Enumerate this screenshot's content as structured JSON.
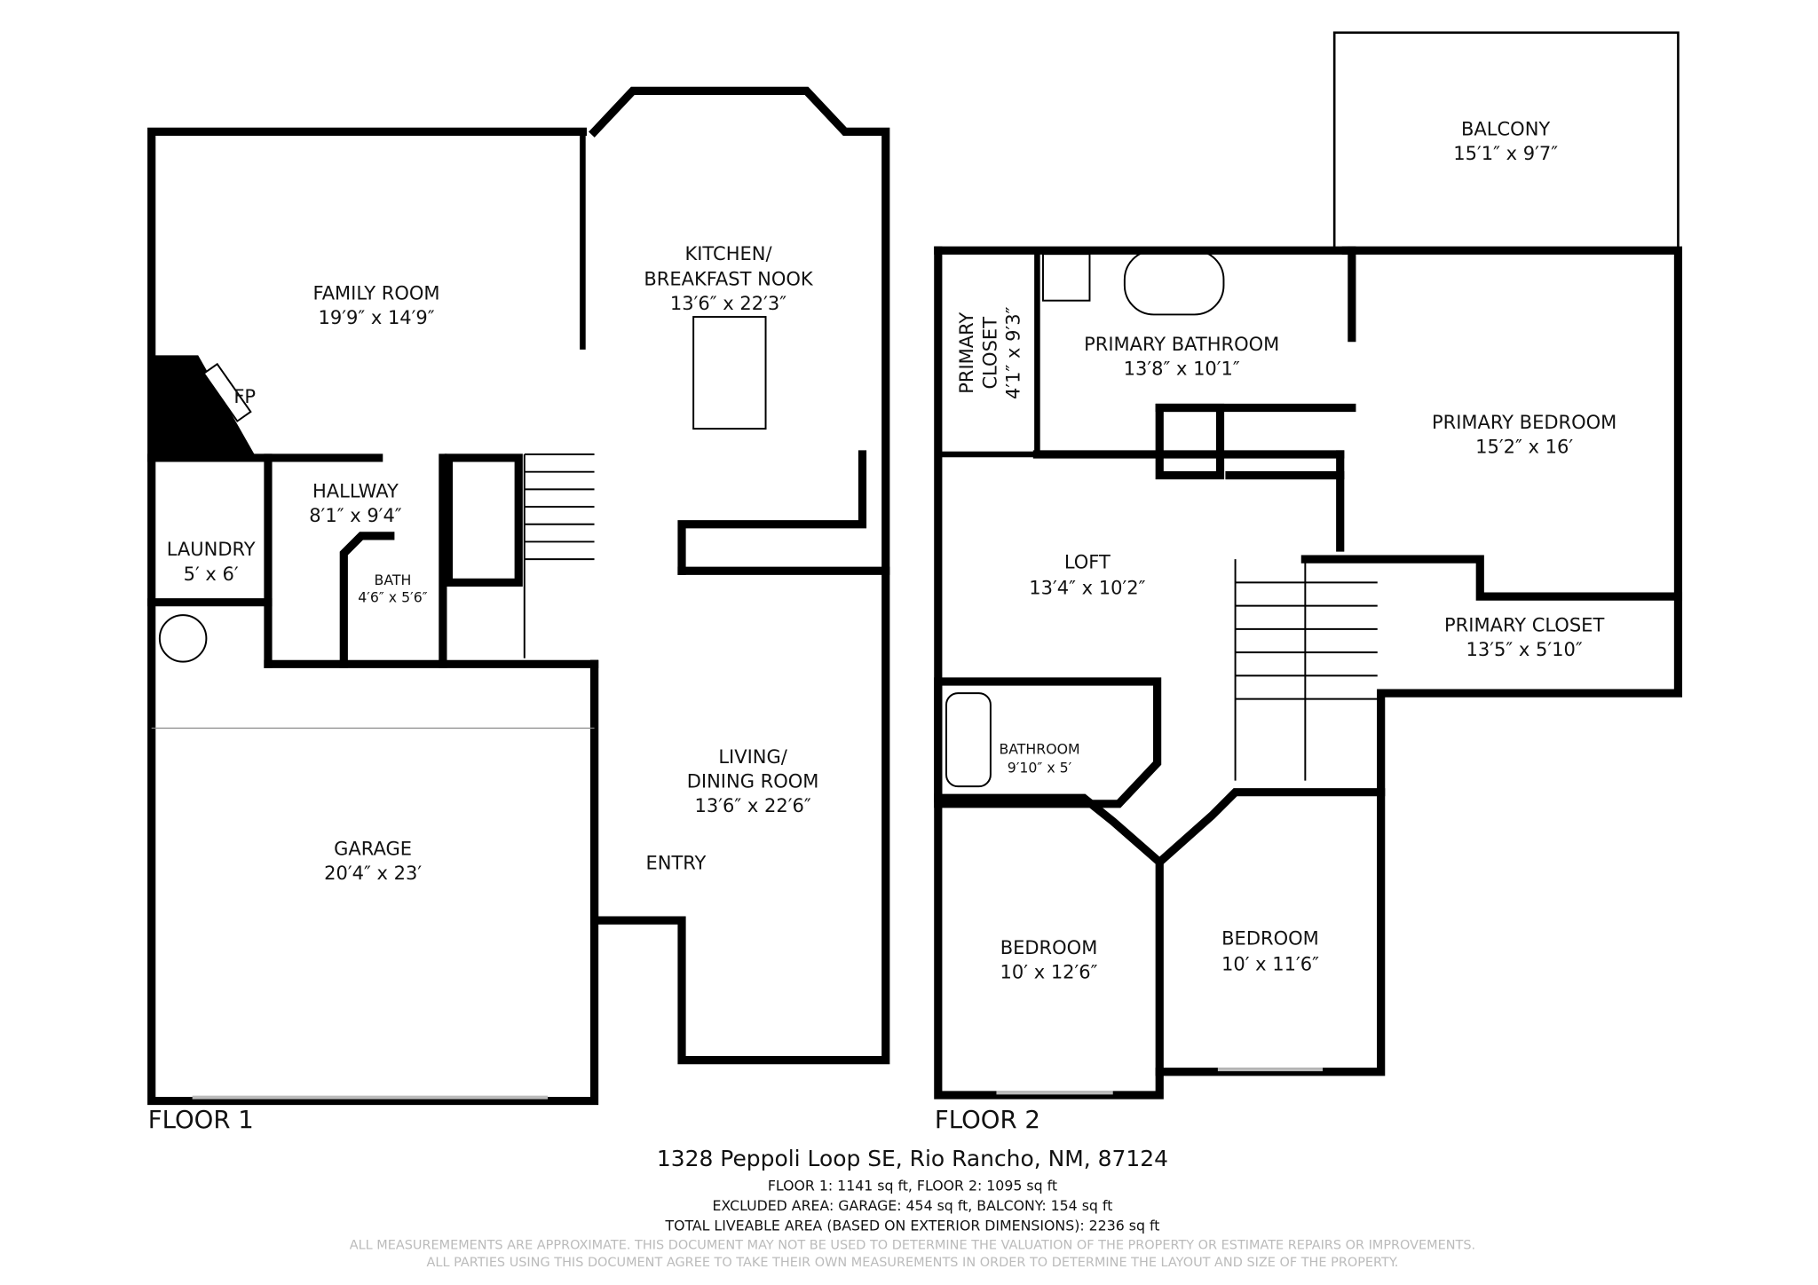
{
  "floor1": {
    "label": "FLOOR 1",
    "rooms": [
      {
        "name": "FAMILY ROOM",
        "dims": "19′9″ x 14′9″"
      },
      {
        "name": "KITCHEN/",
        "name2": "BREAKFAST NOOK",
        "dims": "13′6″ x 22′3″"
      },
      {
        "name": "HALLWAY",
        "dims": "8′1″ x 9′4″"
      },
      {
        "name": "LAUNDRY",
        "dims": "5′ x 6′"
      },
      {
        "name": "BATH",
        "dims": "4′6″ x 5′6″"
      },
      {
        "name": "LIVING/",
        "name2": "DINING ROOM",
        "dims": "13′6″ x 22′6″"
      },
      {
        "name": "GARAGE",
        "dims": "20′4″ x 23′"
      }
    ],
    "fireplace": "FP",
    "entry": "ENTRY"
  },
  "floor2": {
    "label": "FLOOR 2",
    "rooms": [
      {
        "name": "BALCONY",
        "dims": "15′1″ x 9′7″"
      },
      {
        "name": "PRIMARY BATHROOM",
        "dims": "13′8″ x 10′1″"
      },
      {
        "name": "PRIMARY BEDROOM",
        "dims": "15′2″ x 16′"
      },
      {
        "name": "LOFT",
        "dims": "13′4″ x 10′2″"
      },
      {
        "name": "PRIMARY CLOSET",
        "dims": "13′5″ x 5′10″"
      },
      {
        "name": "BATHROOM",
        "dims": "9′10″ x 5′"
      },
      {
        "name": "BEDROOM",
        "dims": "10′ x 12′6″"
      },
      {
        "name": "BEDROOM",
        "dims": "10′ x 11′6″"
      }
    ],
    "side_closet": {
      "name": "PRIMARY",
      "name2": "CLOSET",
      "dims": "4′1″ x 9′3″"
    }
  },
  "footer": {
    "address": "1328 Peppoli Loop SE, Rio Rancho, NM, 87124",
    "floor_areas": "FLOOR 1: 1141 sq ft, FLOOR 2: 1095 sq ft",
    "excluded": "EXCLUDED AREA: GARAGE: 454 sq ft, BALCONY: 154 sq ft",
    "total": "TOTAL LIVEABLE AREA (BASED ON EXTERIOR DIMENSIONS): 2236 sq ft",
    "disclaimer1": "ALL MEASUREMEMENTS ARE APPROXIMATE. THIS DOCUMENT MAY NOT BE USED TO DETERMINE THE VALUATION OF THE PROPERTY OR ESTIMATE REPAIRS OR IMPROVEMENTS.",
    "disclaimer2": "ALL PARTIES USING THIS DOCUMENT AGREE TO TAKE THEIR OWN MEASUREMENTS IN ORDER TO DETERMINE THE LAYOUT AND SIZE OF THE PROPERTY."
  }
}
